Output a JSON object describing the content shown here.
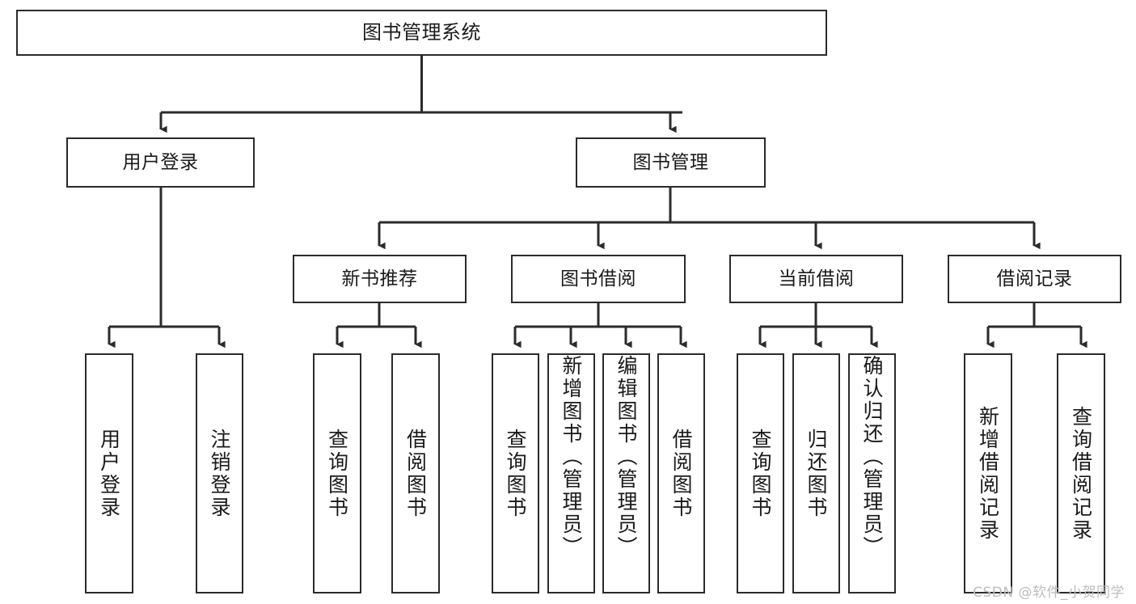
{
  "diagram": {
    "title": "图书管理系统",
    "type": "hierarchy-tree",
    "watermark": "CSDN @软件_小贺同学",
    "colors": {
      "box_border": "#2b2b2b",
      "box_fill": "#ffffff",
      "connector": "#2b2b2b",
      "text": "#1a1a1a",
      "watermark": "#bdbdbd",
      "background": "#ffffff"
    },
    "levels": [
      {
        "level": 0,
        "nodes": [
          {
            "id": "root",
            "label": "图书管理系统",
            "orientation": "horizontal"
          }
        ]
      },
      {
        "level": 1,
        "nodes": [
          {
            "id": "l1-0",
            "label": "用户登录",
            "orientation": "horizontal",
            "parent": "root"
          },
          {
            "id": "l1-1",
            "label": "图书管理",
            "orientation": "horizontal",
            "parent": "root"
          }
        ]
      },
      {
        "level": 2,
        "nodes": [
          {
            "id": "l2-0",
            "label": "新书推荐",
            "orientation": "horizontal",
            "parent": "l1-1"
          },
          {
            "id": "l2-1",
            "label": "图书借阅",
            "orientation": "horizontal",
            "parent": "l1-1"
          },
          {
            "id": "l2-2",
            "label": "当前借阅",
            "orientation": "horizontal",
            "parent": "l1-1"
          },
          {
            "id": "l2-3",
            "label": "借阅记录",
            "orientation": "horizontal",
            "parent": "l1-1"
          }
        ]
      },
      {
        "level": 3,
        "nodes": [
          {
            "id": "leaf-0",
            "label": "用户登录",
            "orientation": "vertical",
            "parent": "l1-0"
          },
          {
            "id": "leaf-1",
            "label": "注销登录",
            "orientation": "vertical",
            "parent": "l1-0"
          },
          {
            "id": "leaf-2",
            "label": "查询图书",
            "orientation": "vertical",
            "parent": "l2-0"
          },
          {
            "id": "leaf-3",
            "label": "借阅图书",
            "orientation": "vertical",
            "parent": "l2-0"
          },
          {
            "id": "leaf-4",
            "label": "查询图书",
            "orientation": "vertical",
            "parent": "l2-1"
          },
          {
            "id": "leaf-5",
            "label": "新增图书（管理员）",
            "orientation": "vertical",
            "parent": "l2-1"
          },
          {
            "id": "leaf-6",
            "label": "编辑图书（管理员）",
            "orientation": "vertical",
            "parent": "l2-1"
          },
          {
            "id": "leaf-7",
            "label": "借阅图书",
            "orientation": "vertical",
            "parent": "l2-1"
          },
          {
            "id": "leaf-8",
            "label": "查询图书",
            "orientation": "vertical",
            "parent": "l2-2"
          },
          {
            "id": "leaf-9",
            "label": "归还图书",
            "orientation": "vertical",
            "parent": "l2-2"
          },
          {
            "id": "leaf-10",
            "label": "确认归还（管理员）",
            "orientation": "vertical",
            "parent": "l2-2"
          },
          {
            "id": "leaf-11",
            "label": "新增借阅记录",
            "orientation": "vertical",
            "parent": "l2-3"
          },
          {
            "id": "leaf-12",
            "label": "查询借阅记录",
            "orientation": "vertical",
            "parent": "l2-3"
          }
        ]
      }
    ]
  }
}
